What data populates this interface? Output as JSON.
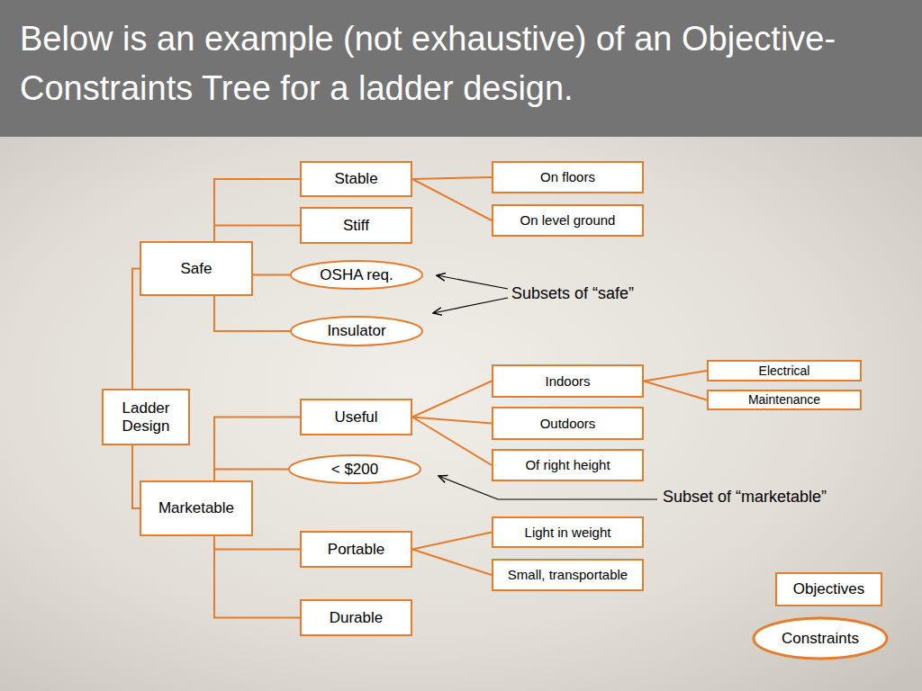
{
  "diagram": {
    "title": "Below is an example (not exhaustive) of an Objective-Constraints Tree for a ladder design.",
    "nodes": [
      {
        "text": [
          "Ladder Design"
        ]
      },
      {
        "text": [
          "Safe"
        ]
      },
      {
        "text": [
          "Stable"
        ]
      },
      {
        "text": [
          "On floors"
        ]
      },
      {
        "text": [
          "On level ground"
        ]
      },
      {
        "text": [
          "Stiff"
        ]
      },
      {
        "text": [
          "OSHA req."
        ]
      },
      {
        "text": [
          "Insulator"
        ]
      },
      {
        "text": [
          "Marketable"
        ]
      },
      {
        "text": [
          "Useful"
        ]
      },
      {
        "text": [
          "Indoors"
        ]
      },
      {
        "text": [
          "Electrical"
        ]
      },
      {
        "text": [
          "Maintenance"
        ]
      },
      {
        "text": [
          "Outdoors"
        ]
      },
      {
        "text": [
          "Of right height"
        ]
      },
      {
        "text": [
          "< $200"
        ]
      },
      {
        "text": [
          "Portable"
        ]
      },
      {
        "text": [
          "Light in weight"
        ]
      },
      {
        "text": [
          "Small, transportable"
        ]
      },
      {
        "text": [
          "Durable"
        ]
      }
    ],
    "edges": [
      {
        "from": 0,
        "to": 1,
        "arrow": "none"
      },
      {
        "from": 0,
        "to": 8,
        "arrow": "none"
      },
      {
        "from": 1,
        "to": 2,
        "arrow": "none"
      },
      {
        "from": 1,
        "to": 5,
        "arrow": "none"
      },
      {
        "from": 1,
        "to": 6,
        "arrow": "none"
      },
      {
        "from": 1,
        "to": 7,
        "arrow": "none"
      },
      {
        "from": 2,
        "to": 3,
        "arrow": "none"
      },
      {
        "from": 2,
        "to": 4,
        "arrow": "none"
      },
      {
        "from": 8,
        "to": 9,
        "arrow": "none"
      },
      {
        "from": 8,
        "to": 15,
        "arrow": "none"
      },
      {
        "from": 8,
        "to": 16,
        "arrow": "none"
      },
      {
        "from": 8,
        "to": 19,
        "arrow": "none"
      },
      {
        "from": 9,
        "to": 10,
        "arrow": "none"
      },
      {
        "from": 9,
        "to": 13,
        "arrow": "none"
      },
      {
        "from": 9,
        "to": 14,
        "arrow": "none"
      },
      {
        "from": 10,
        "to": 11,
        "arrow": "none"
      },
      {
        "from": 10,
        "to": 12,
        "arrow": "none"
      },
      {
        "from": 16,
        "to": 17,
        "arrow": "none"
      },
      {
        "from": 16,
        "to": 18,
        "arrow": "none"
      }
    ],
    "labels": [
      "Subsets of “safe”",
      "Subset of “marketable”"
    ],
    "legend": [
      {
        "text": "Objectives"
      },
      {
        "text": "Constraints"
      }
    ]
  }
}
